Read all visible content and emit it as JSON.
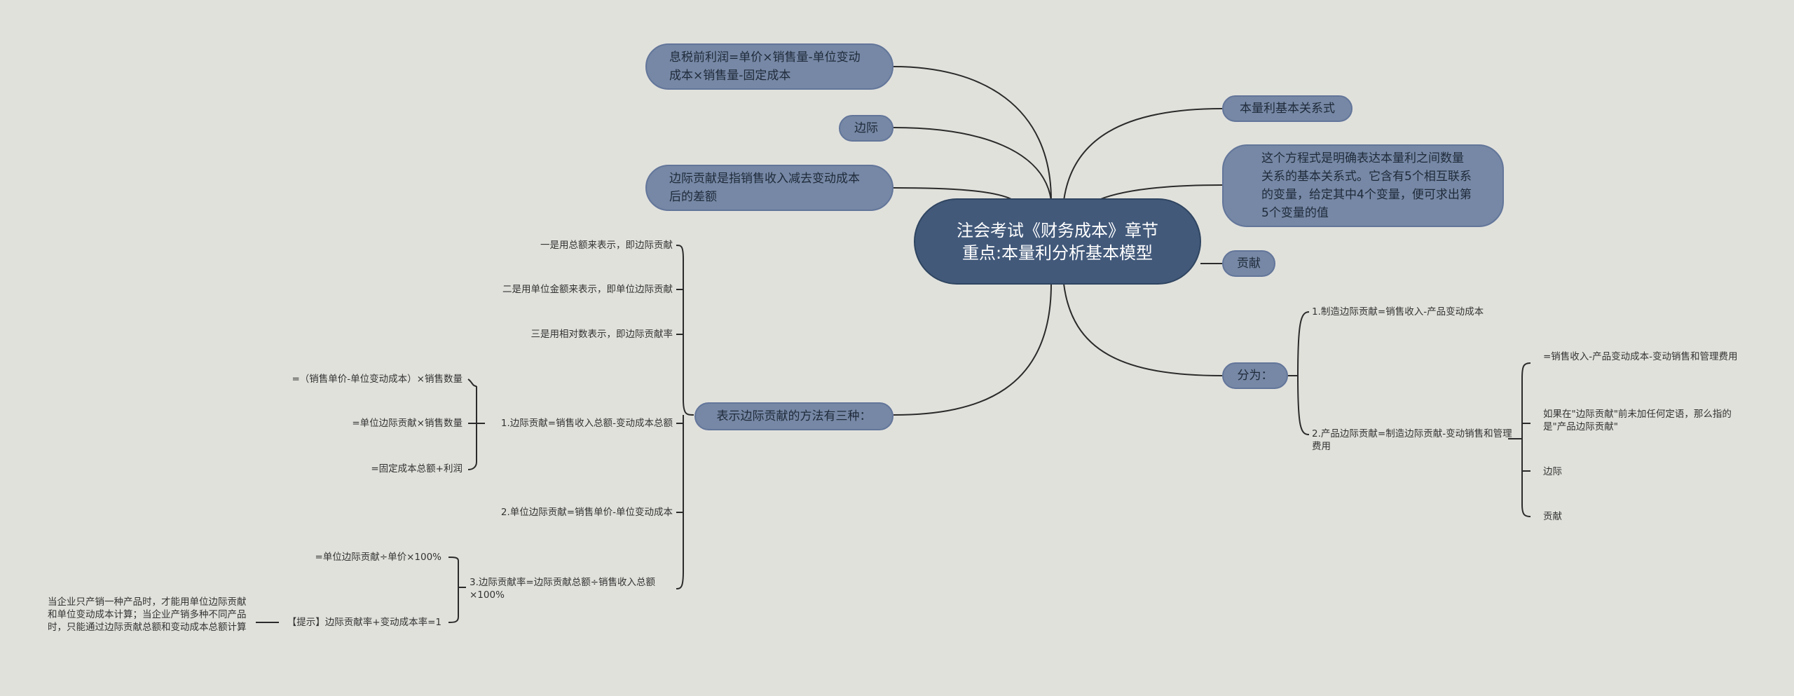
{
  "root": "注会考试《财务成本》章节重点:本量利分析基本模型",
  "left_branches": {
    "ebit": "息税前利润=单价×销售量-单位变动成本×销售量-固定成本",
    "margin": "边际",
    "margin_def": "边际贡献是指销售收入减去变动成本后的差额",
    "methods": "表示边际贡献的方法有三种："
  },
  "right_branches": {
    "basic": "本量利基本关系式",
    "desc": "这个方程式是明确表达本量利之间数量关系的基本关系式。它含有5个相互联系的变量，给定其中4个变量，便可求出第5个变量的值",
    "contribution": "贡献",
    "divided": "分为："
  },
  "methods_children": {
    "m1": "一是用总额来表示，即边际贡献",
    "m2": "二是用单位金额来表示，即单位边际贡献",
    "m3": "三是用相对数表示，即边际贡献率",
    "f1": "1.边际贡献=销售收入总额-变动成本总额",
    "f1_a": "=（销售单价-单位变动成本）×销售数量",
    "f1_b": "=单位边际贡献×销售数量",
    "f1_c": "=固定成本总额+利润",
    "f2": "2.单位边际贡献=销售单价-单位变动成本",
    "f3": "3.边际贡献率=边际贡献总额÷销售收入总额×100%",
    "f3_a": "=单位边际贡献÷单价×100%",
    "f3_b": "【提示】边际贡献率+变动成本率=1",
    "f3_b_note": "当企业只产销一种产品时，才能用单位边际贡献和单位变动成本计算；当企业产销多种不同产品时，只能通过边际贡献总额和变动成本总额计算"
  },
  "divided_children": {
    "d1": "1.制造边际贡献=销售收入-产品变动成本",
    "d2": "2.产品边际贡献=制造边际贡献-变动销售和管理费用",
    "d2_a": "=销售收入-产品变动成本-变动销售和管理费用",
    "d2_b": "如果在\"边际贡献\"前未加任何定语，那么指的是\"产品边际贡献\"",
    "d2_c": "边际",
    "d2_d": "贡献"
  },
  "colors": {
    "root": "#42597a",
    "branch": "#7688a5",
    "line": "#2b2b2b",
    "background": "#e1e1dc"
  }
}
